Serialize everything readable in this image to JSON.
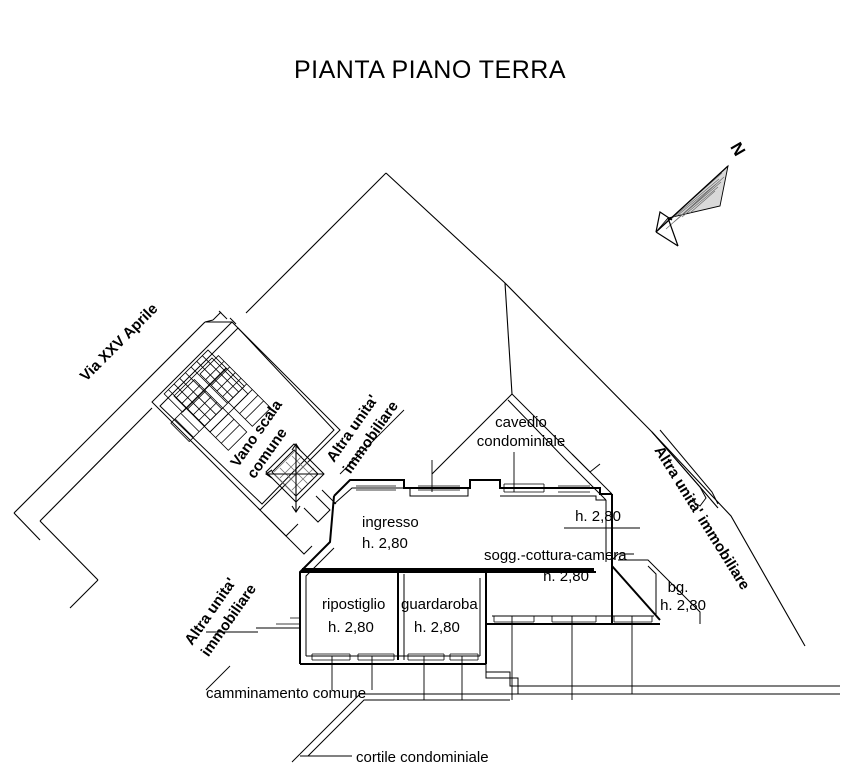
{
  "document": {
    "title": "PIANTA PIANO TERRA",
    "type": "architectural-floor-plan",
    "language": "it"
  },
  "compass": {
    "label": "N",
    "icon": "north-arrow-icon",
    "direction": "up-right"
  },
  "street_label": "Via XXV Aprile",
  "rooms": [
    {
      "id": "ingresso",
      "name": "ingresso",
      "height": "h. 2,80"
    },
    {
      "id": "ripostiglio",
      "name": "ripostiglio",
      "height": "h. 2,80"
    },
    {
      "id": "guardaroba",
      "name": "guardaroba",
      "height": "h. 2,80"
    },
    {
      "id": "soggiorno",
      "name": "sogg.-cottura-camera",
      "height": "h. 2,80"
    },
    {
      "id": "bagno",
      "name": "bg.",
      "height": "h. 2,80"
    }
  ],
  "standalone_heights": [
    {
      "id": "height-cavedio-side",
      "text": "h. 2,80"
    }
  ],
  "annotations": {
    "cavedio": {
      "line1": "cavedio",
      "line2": "condominiale"
    },
    "vano_scala": {
      "line1": "Vano scala",
      "line2": "comune"
    },
    "altra_unita_top": {
      "line1": "Altra unita'",
      "line2": "immobiliare"
    },
    "altra_unita_left": {
      "line1": "Altra unita'",
      "line2": "immobiliare"
    },
    "altra_unita_right": {
      "line1": "Altra unita' immobiliare"
    },
    "camminamento": "camminamento comune",
    "cortile": "cortile condominiale"
  },
  "colors": {
    "ink": "#000000",
    "paper": "#ffffff",
    "hatch": "#6f6f6f"
  }
}
